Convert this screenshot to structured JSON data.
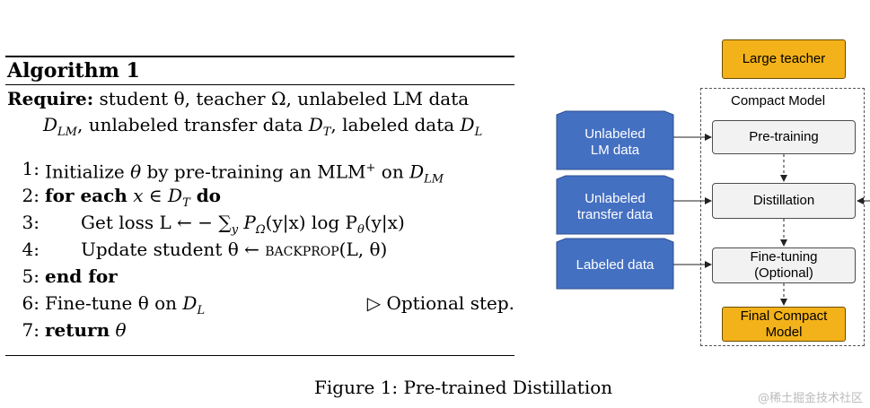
{
  "algorithm": {
    "title": "Algorithm 1",
    "require_kw": "Require:",
    "require_line1": " student θ, teacher Ω, unlabeled LM data",
    "require_line2_parts": [
      "D",
      "LM",
      ", unlabeled transfer data ",
      "D",
      "T",
      ", labeled data ",
      "D",
      "L"
    ],
    "steps": [
      {
        "num": "1:",
        "pre": "Initialize ",
        "theta": "θ",
        "mid": " by pre-training an MLM",
        "sup": "+",
        "post": " on ",
        "cal": "D",
        "sub": "LM"
      },
      {
        "num": "2:",
        "kw": "for each",
        "x": " x ∈ ",
        "cal": "D",
        "sub": "T",
        "kw2": " do"
      },
      {
        "num": "3:",
        "text": "Get loss L ← − ∑",
        "sub": "y",
        "text2": " P",
        "sub2": "Ω",
        "text3": "(y|x) log P",
        "sub3": "θ",
        "text4": "(y|x)"
      },
      {
        "num": "4:",
        "pre": "Update student θ ← ",
        "sc": "backprop",
        "post": "(L, θ)"
      },
      {
        "num": "5:",
        "kw": "end for"
      },
      {
        "num": "6:",
        "pre": "Fine-tune θ on ",
        "cal": "D",
        "sub": "L",
        "comment": "▷ Optional step."
      },
      {
        "num": "7:",
        "kw": "return",
        "post": " θ"
      }
    ]
  },
  "diagram": {
    "large_teacher": "Large teacher",
    "compact_model_label": "Compact Model",
    "pretraining": "Pre-training",
    "distillation": "Distillation",
    "finetuning_line1": "Fine-tuning",
    "finetuning_line2": "(Optional)",
    "final_line1": "Final Compact",
    "final_line2": "Model",
    "unlabeled_lm_line1": "Unlabeled",
    "unlabeled_lm_line2": "LM data",
    "unlabeled_transfer_line1": "Unlabeled",
    "unlabeled_transfer_line2": "transfer data",
    "labeled_data": "Labeled data",
    "colors": {
      "orange": "#f3b21a",
      "blue": "#4470c2",
      "gray": "#f2f2f2"
    }
  },
  "caption": "Figure 1: Pre-trained Distillation",
  "watermark": "@稀土掘金技术社区"
}
